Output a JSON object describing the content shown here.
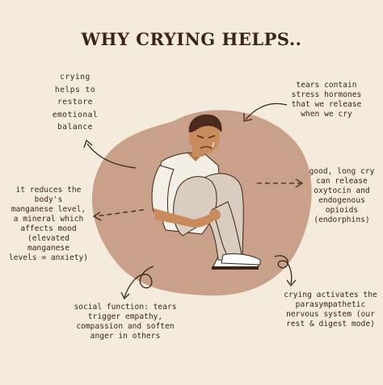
{
  "title": "WHY CRYING HELPS..",
  "notes": {
    "emotional_balance": "crying\nhelps to\nrestore\nemotional\nbalance",
    "stress_hormones": "tears contain\nstress hormones\nthat we release\nwhen we cry",
    "long_cry": "good, long cry\ncan release\noxytocin and\nendogenous\nopioids\n(endorphins)",
    "manganese": "it reduces the\nbody's\nmanganese level,\na mineral which\naffects mood\n(elevated\nmanganese\nlevels = anxiety)",
    "social_function": "social function: tears\ntrigger empathy,\ncompassion and soften\nanger in others",
    "rest_digest": "crying activates the\nparasympathetic\nnervous system (our\nrest & digest mode)"
  },
  "colors": {
    "background": "#f5ebdd",
    "blob": "#c9a08a",
    "text": "#3a2418",
    "shirt": "#f3eee6",
    "pants": "#d8cdbe",
    "skin": "#c98a5c",
    "hair": "#4a2a1c"
  }
}
